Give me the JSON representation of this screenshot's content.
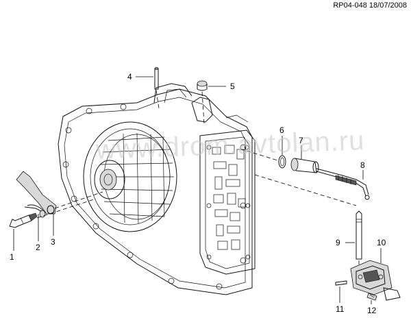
{
  "header": {
    "reference": "RP04-048 18/07/2008"
  },
  "watermark": {
    "text": "www.drom.avtolan.ru"
  },
  "callouts": [
    {
      "id": 1,
      "label": "1"
    },
    {
      "id": 2,
      "label": "2"
    },
    {
      "id": 3,
      "label": "3"
    },
    {
      "id": 4,
      "label": "4"
    },
    {
      "id": 5,
      "label": "5"
    },
    {
      "id": 6,
      "label": "6"
    },
    {
      "id": 7,
      "label": "7"
    },
    {
      "id": 8,
      "label": "8"
    },
    {
      "id": 9,
      "label": "9"
    },
    {
      "id": 10,
      "label": "10"
    },
    {
      "id": 11,
      "label": "11"
    },
    {
      "id": 12,
      "label": "12"
    }
  ]
}
